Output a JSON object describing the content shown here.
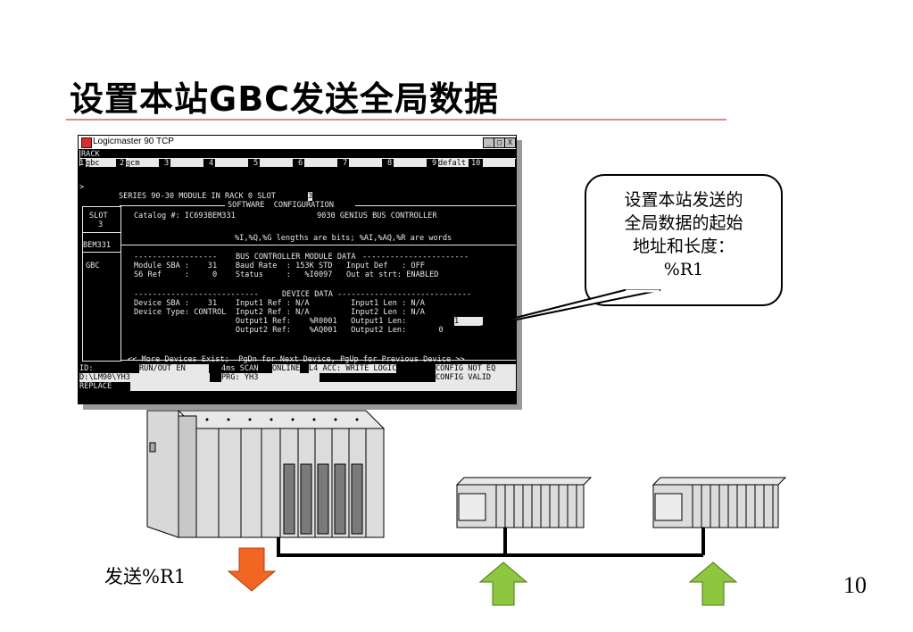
{
  "slide": {
    "title": "设置本站GBC发送全局数据",
    "page_number": "10",
    "send_label": "发送%R1",
    "callout": "设置本站发送的\n全局数据的起始\n地址和长度：\n%R1"
  },
  "window": {
    "title": "Logicmaster 90 TCP",
    "controls": [
      "_",
      "□",
      "X"
    ]
  },
  "terminal": {
    "rack_label": "RACK",
    "slots": [
      {
        "num": "1",
        "name": "gbc"
      },
      {
        "num": "2",
        "name": "gcm"
      },
      {
        "num": "3",
        "name": ""
      },
      {
        "num": "4",
        "name": ""
      },
      {
        "num": "5",
        "name": ""
      },
      {
        "num": "6",
        "name": ""
      },
      {
        "num": "7",
        "name": ""
      },
      {
        "num": "8",
        "name": ""
      },
      {
        "num": "9",
        "name": "defalt"
      },
      {
        "num": "10",
        "name": ""
      }
    ],
    "prompt": ">",
    "series_line": "SERIES 90-30 MODULE IN RACK 0 SLOT ",
    "rack_value": "0",
    "slot_value": "3",
    "soft_config": "SOFTWARE  CONFIGURATION",
    "slot_label": "SLOT",
    "slot_num": "3",
    "module_id": "BEM331",
    "module_type": "GBC",
    "catalog": "Catalog #: IC693BEM331",
    "controller_name": "9030 GENIUS BUS CONTROLLER",
    "lengths_note": "%I,%Q,%G lengths are bits; %AI,%AQ,%R are words",
    "bus_data_header": "BUS CONTROLLER MODULE DATA",
    "bus_row1": "Module SBA :    31    Baud Rate  : 153K STD   Input Def   : OFF",
    "bus_row2": "S6 Ref     :     0    Status     :   %I0097   Out at strt: ENABLED",
    "device_header": "DEVICE DATA",
    "dev_row1": "Device SBA :    31    Input1 Ref : N/A         Input1 Len : N/A",
    "dev_row2": "Device Type: CONTROL  Input2 Ref : N/A         Input2 Len : N/A",
    "dev_row3": "                      Output1 Ref:    %R0001   Output1 Len:",
    "output1_len": "1",
    "dev_row4": "                      Output2 Ref:    %AQ001   Output2 Len:       0",
    "more_devices": "<< More Devices Exist;  PgDn for Next Device, PgUp for Previous Device >>",
    "status": {
      "id_label": "ID:",
      "run_state": "RUN/OUT EN",
      "scan": "4ms SCAN",
      "online": "ONLINE",
      "access": "L4 ACC: WRITE LOGIC",
      "config_not_eq": "CONFIG NOT EQ",
      "path": "D:\\LM90\\YH3",
      "prg": "PRG: YH3",
      "config_valid": "CONFIG VALID",
      "mode": "REPLACE"
    }
  },
  "colors": {
    "arrow_down": "#f26522",
    "arrow_up": "#8dc63f",
    "title_rule": "#d98a8a"
  }
}
